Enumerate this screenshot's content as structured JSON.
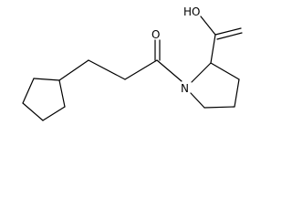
{
  "molecule": {
    "atoms": {
      "hydroxyl": "HO",
      "carbonyl_oxygen": "O",
      "ring_nitrogen": "N"
    }
  }
}
